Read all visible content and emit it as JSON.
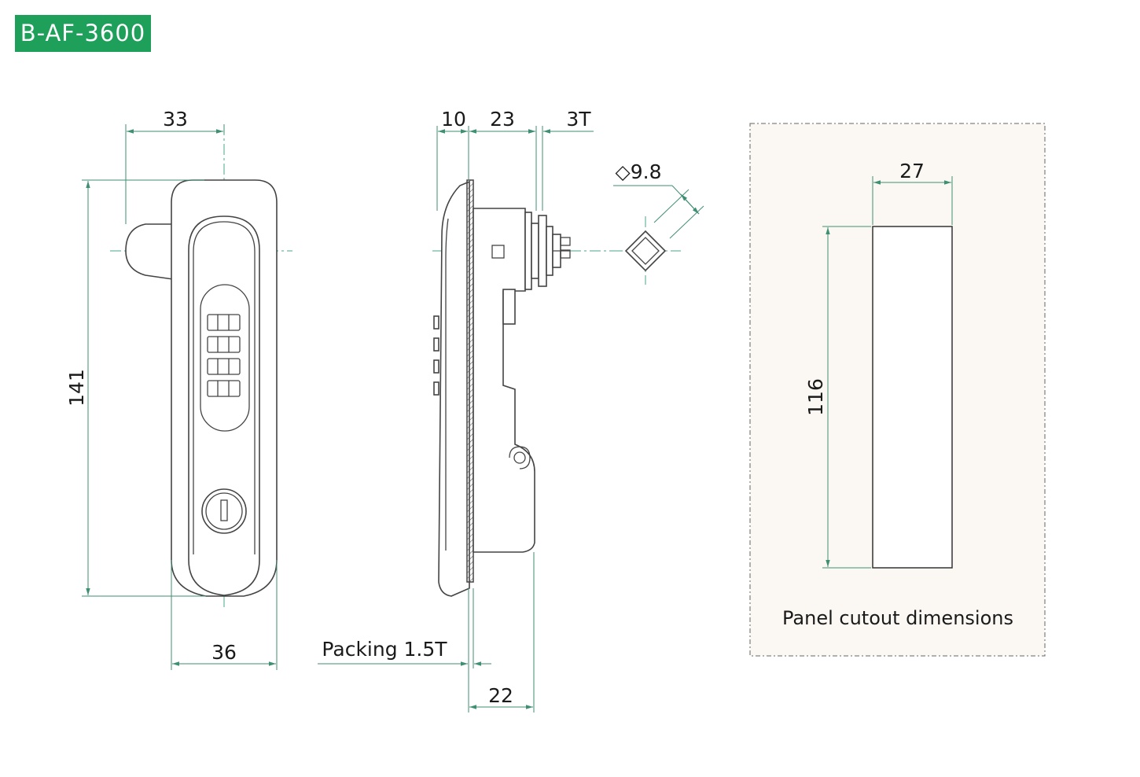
{
  "model": "B-AF-3600",
  "front_view": {
    "dim_top": "33",
    "dim_height": "141",
    "dim_bottom": "36"
  },
  "side_view": {
    "dim_10": "10",
    "dim_23": "23",
    "dim_3t": "3T",
    "dim_square": "◇9.8",
    "packing_label": "Packing 1.5T",
    "dim_bottom": "22"
  },
  "cutout": {
    "width": "27",
    "height": "116",
    "caption": "Panel cutout dimensions"
  },
  "colors": {
    "badge": "#1ea05a",
    "dimension_line": "#3f8f72",
    "panel_bg": "#fbf8f4"
  }
}
